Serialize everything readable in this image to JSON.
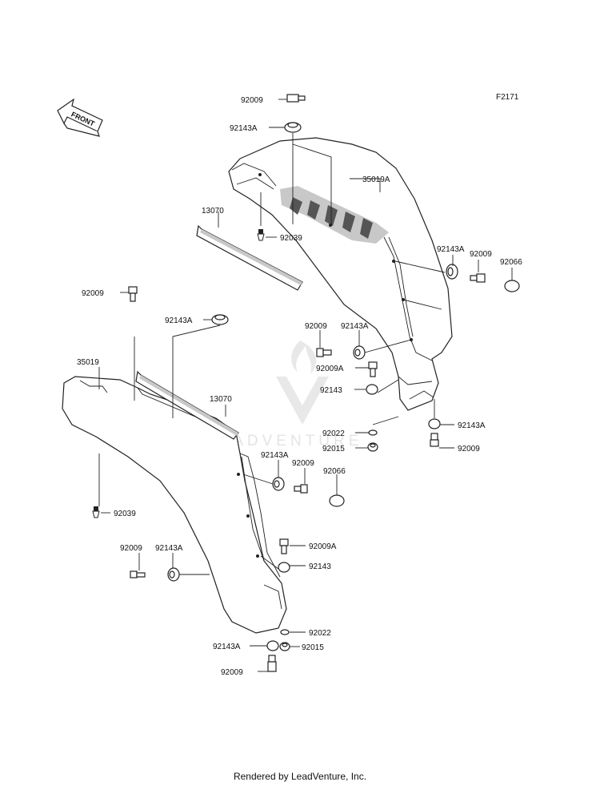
{
  "diagram_code": "F2171",
  "front_arrow": "FRONT",
  "watermark": "LEADVENTURE",
  "footer": "Rendered by LeadVenture, Inc.",
  "labels": {
    "top_92009": "92009",
    "top_92143A": "92143A",
    "r_35019A": "35019A",
    "t_13070": "13070",
    "t_92039": "92039",
    "r_92143A_a": "92143A",
    "r_92009_a": "92009",
    "r_92066": "92066",
    "r_92009_b": "92009",
    "r_92143A_b": "92143A",
    "r_92009A": "92009A",
    "r_92143": "92143",
    "r_92022": "92022",
    "r_92015": "92015",
    "r_92143A_c": "92143A",
    "r_92009_c": "92009",
    "l_92009": "92009",
    "l_92143A": "92143A",
    "l_35019": "35019",
    "l_13070": "13070",
    "m_92143A": "92143A",
    "m_92009": "92009",
    "m_92066": "92066",
    "l_92039": "92039",
    "b_92009": "92009",
    "b_92143A": "92143A",
    "m_92009A": "92009A",
    "m_92143": "92143",
    "m_92022": "92022",
    "m_92143A_b": "92143A",
    "m_92015": "92015",
    "m_92009_b": "92009"
  }
}
